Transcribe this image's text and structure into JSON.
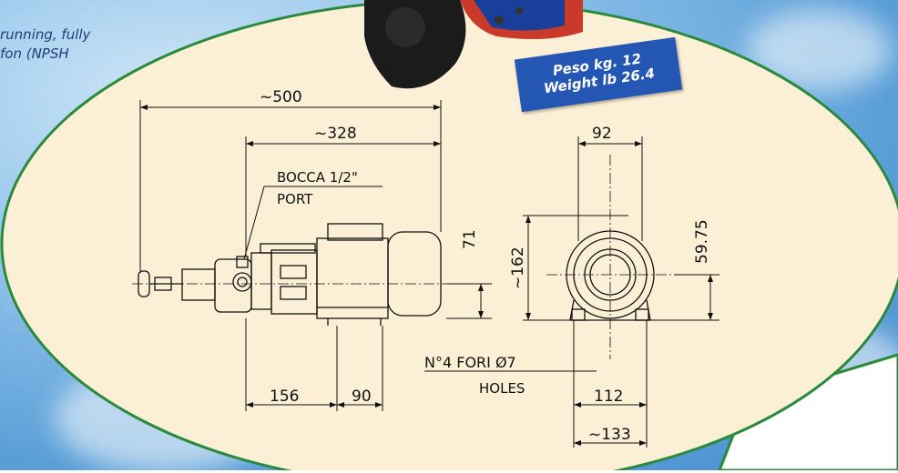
{
  "intro_text": [
    "running, fully",
    "fon (NPSH"
  ],
  "weight_badge": {
    "line1": "Peso kg. 12",
    "line2": "Weight lb 26.4"
  },
  "dimensions": {
    "overall_length": "~500",
    "body_length": "~328",
    "port_label_it": "BOCCA 1/2\"",
    "port_label_en": "PORT",
    "height_motor": "71",
    "height_total": "~162",
    "width_top": "92",
    "shaft_height": "59.75",
    "holes_label_it": "N°4 FORI Ø7",
    "holes_label_en": "HOLES",
    "base_length_1": "156",
    "base_length_2": "90",
    "foot_spacing": "112",
    "foot_width": "~133"
  },
  "colors": {
    "background_sky": "#5b9fd8",
    "ellipse_fill": "#fbefd6",
    "ellipse_border": "#2a8a3c",
    "badge_fill": "#2456b3",
    "line_color": "#111111"
  }
}
